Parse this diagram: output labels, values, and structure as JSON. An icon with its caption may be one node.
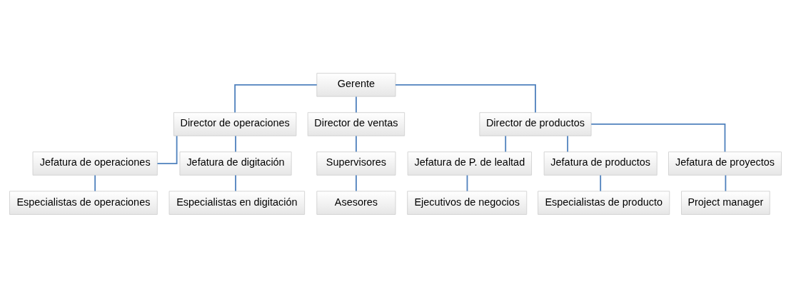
{
  "diagram": {
    "nodes": [
      {
        "text": [
          "Gerente"
        ]
      },
      {
        "text": [
          "Director de operaciones"
        ]
      },
      {
        "text": [
          "Director de ventas"
        ]
      },
      {
        "text": [
          "Director de productos"
        ]
      },
      {
        "text": [
          "Jefatura de operaciones"
        ]
      },
      {
        "text": [
          "Jefatura de digitación"
        ]
      },
      {
        "text": [
          "Especialistas de operaciones"
        ]
      },
      {
        "text": [
          "Especialistas en digitación"
        ]
      },
      {
        "text": [
          "Supervisores"
        ]
      },
      {
        "text": [
          "Asesores"
        ]
      },
      {
        "text": [
          "Jefatura de P. de lealtad"
        ]
      },
      {
        "text": [
          "Jefatura de productos"
        ]
      },
      {
        "text": [
          "Jefatura de proyectos"
        ]
      },
      {
        "text": [
          "Ejecutivos de negocios"
        ]
      },
      {
        "text": [
          "Especialistas de producto"
        ]
      },
      {
        "text": [
          "Project manager"
        ]
      }
    ],
    "edges": [
      {
        "from": 0,
        "to": 1,
        "arrow": "none"
      },
      {
        "from": 0,
        "to": 2,
        "arrow": "none"
      },
      {
        "from": 0,
        "to": 3,
        "arrow": "none"
      },
      {
        "from": 1,
        "to": 4,
        "arrow": "none"
      },
      {
        "from": 1,
        "to": 5,
        "arrow": "none"
      },
      {
        "from": 4,
        "to": 6,
        "arrow": "none"
      },
      {
        "from": 5,
        "to": 7,
        "arrow": "none"
      },
      {
        "from": 2,
        "to": 8,
        "arrow": "none"
      },
      {
        "from": 8,
        "to": 9,
        "arrow": "none"
      },
      {
        "from": 3,
        "to": 10,
        "arrow": "none"
      },
      {
        "from": 3,
        "to": 11,
        "arrow": "none"
      },
      {
        "from": 3,
        "to": 12,
        "arrow": "none"
      },
      {
        "from": 10,
        "to": 13,
        "arrow": "none"
      },
      {
        "from": 11,
        "to": 14,
        "arrow": "none"
      },
      {
        "from": 12,
        "to": 15,
        "arrow": "none"
      }
    ]
  }
}
